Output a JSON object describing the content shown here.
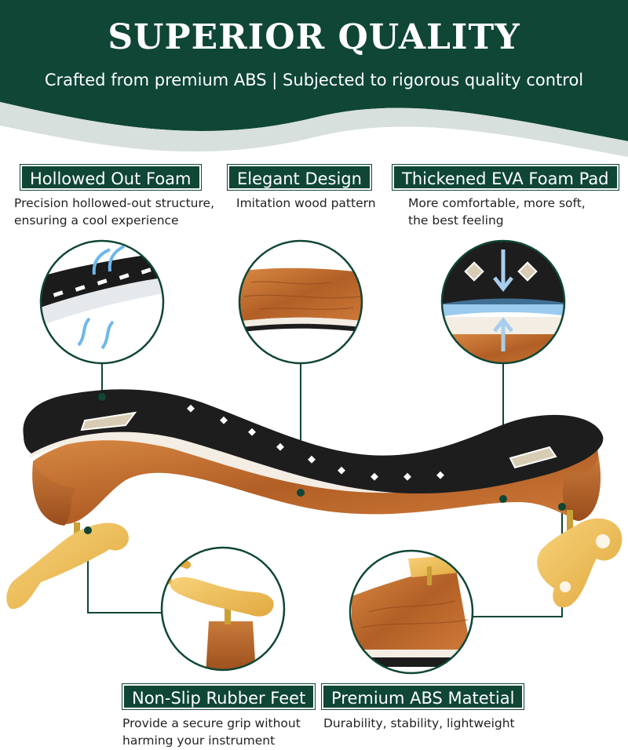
{
  "header": {
    "title": "SUPERIOR QUALITY",
    "subtitle": "Crafted from premium ABS | Subjected to rigorous quality control"
  },
  "features": {
    "hollowed": {
      "title": "Hollowed Out Foam",
      "lines": [
        "Precision hollowed-out structure,",
        "ensuring a cool experience"
      ]
    },
    "elegant": {
      "title": "Elegant Design",
      "lines": [
        "Imitation wood pattern"
      ]
    },
    "thickened": {
      "title": "Thickened EVA Foam Pad",
      "lines": [
        "More comfortable, more soft,",
        "the best feeling"
      ]
    },
    "nonslip": {
      "title": "Non-Slip Rubber Feet",
      "lines": [
        "Provide a secure grip without",
        "harming your instrument"
      ]
    },
    "premium": {
      "title": "Premium ABS Matetial",
      "lines": [
        "Durability, stability, lightweight"
      ]
    }
  },
  "colors": {
    "brand_green": "#0f4636",
    "wood": "#c06a2e",
    "foam": "#1d1d1d",
    "feet": "#f0c15c"
  }
}
